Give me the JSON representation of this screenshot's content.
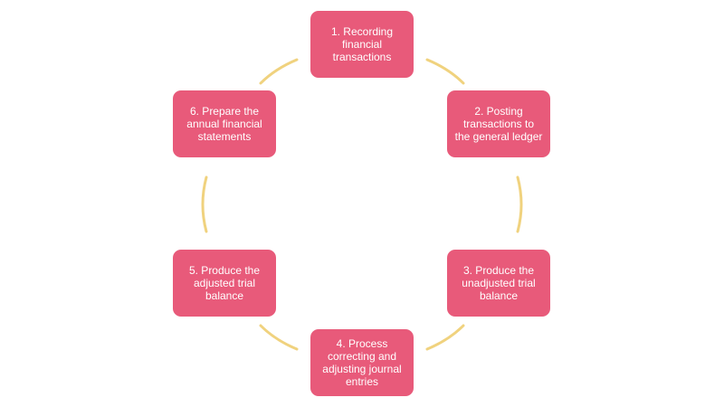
{
  "colors": {
    "node_fill": "#E85A7A",
    "node_text": "#FFFFFF",
    "connector": "#F0D27E",
    "background": "#FFFFFF"
  },
  "cycle": {
    "steps": [
      {
        "label": "1. Recording financial transactions"
      },
      {
        "label": "2. Posting transactions to the general ledger"
      },
      {
        "label": "3. Produce the unadjusted trial balance"
      },
      {
        "label": "4. Process correcting and adjusting journal entries"
      },
      {
        "label": "5. Produce the adjusted trial balance"
      },
      {
        "label": "6. Prepare the annual financial statements"
      }
    ]
  }
}
